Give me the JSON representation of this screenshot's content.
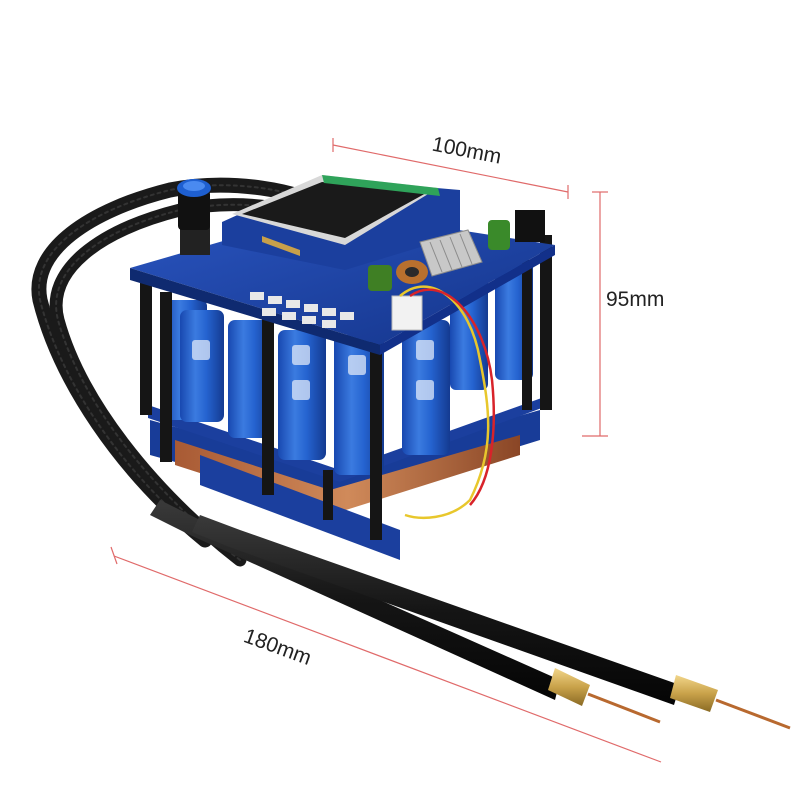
{
  "dimensions": {
    "width_label": "100mm",
    "height_label": "95mm",
    "length_label": "180mm"
  },
  "colors": {
    "background": "#ffffff",
    "dimension_line": "#e06a6a",
    "pcb_blue": "#1b3f9e",
    "capacitor_blue": "#1f57c9",
    "standoff_black": "#151515",
    "cable_black": "#1a1a1a",
    "brass_tip": "#c9a24a",
    "copper_plate": "#b5673c",
    "display_screen": "#1a1a1a",
    "wire_red": "#d8232a",
    "wire_yellow": "#e8c72c"
  },
  "icons": [
    "capacitor-icon",
    "knob-icon",
    "lcd-icon",
    "heatsink-icon",
    "inductor-icon",
    "welding-pen-icon"
  ]
}
